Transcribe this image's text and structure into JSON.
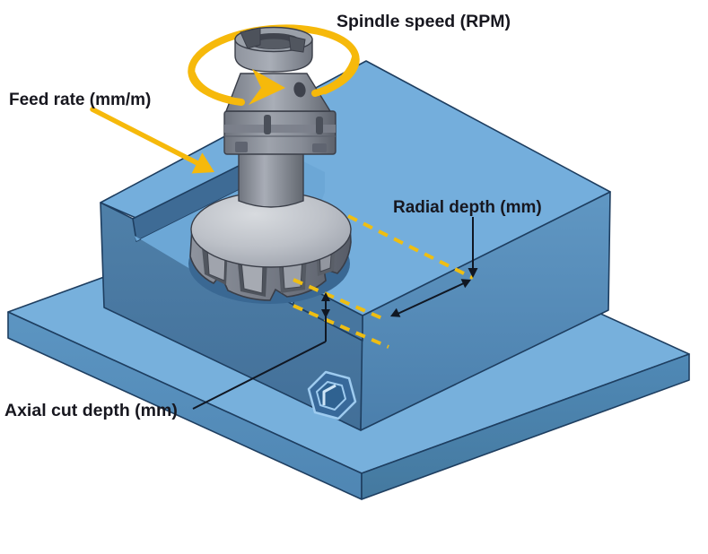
{
  "diagram": {
    "labels": {
      "spindle_speed": "Spindle speed (RPM)",
      "feed_rate": "Feed rate (mm/m)",
      "radial_depth": "Radial depth (mm)",
      "axial_cut_depth": "Axial cut depth (mm)"
    },
    "colors": {
      "background": "#FFFFFF",
      "annotation_yellow": "#F6B90B",
      "toolpath_dash_yellow": "#EFBE12",
      "dimension_line_black": "#101723",
      "label_text": "#17171F",
      "workpiece_top": "#74AEDC",
      "workpiece_right_face": "#5890BD",
      "workpiece_left_face": "#49779F",
      "workpiece_pocket": "#3E6B95",
      "tool_body_gray": "#8A8F99",
      "tool_dome_gray": "#C9CCD2"
    },
    "icons": {
      "rotation": "spindle-rotation-ellipse-arrow",
      "feed": "feed-direction-arrow",
      "emblem": "hexagon-logo"
    }
  }
}
